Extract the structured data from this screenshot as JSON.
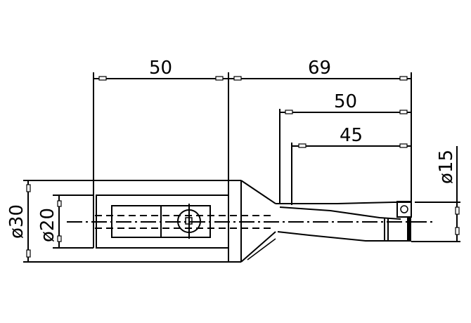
{
  "drawing": {
    "type": "technical-drawing",
    "subject": "boring bar / tool holder side view",
    "dimensions": {
      "shank_length": "50",
      "overall_head_length": "69",
      "head_length_50": "50",
      "head_length_45": "45",
      "shank_diameter": "ø30",
      "bore_diameter": "ø20",
      "tip_diameter": "ø15"
    }
  }
}
